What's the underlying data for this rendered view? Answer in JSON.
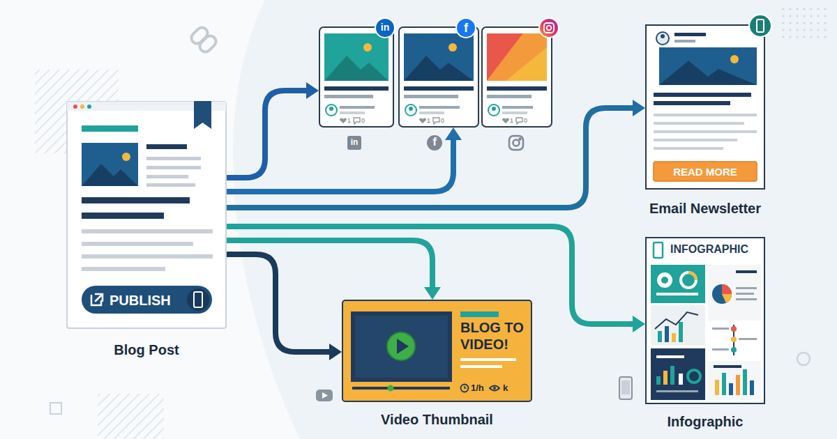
{
  "diagram": {
    "nodes": [
      {
        "text": [
          "Blog Post"
        ]
      },
      {
        "text": [
          "PUBLISH"
        ],
        "in": 0
      },
      {
        "text": [
          "in",
          "1",
          "0"
        ]
      },
      {
        "text": [
          "f",
          "1",
          "0"
        ]
      },
      {
        "text": [
          "1",
          "0"
        ]
      },
      {
        "text": [
          "Email Newsletter"
        ]
      },
      {
        "text": [
          "READ MORE"
        ],
        "in": 5
      },
      {
        "text": [
          "BLOG TO VIDEO!",
          "1/h",
          "k",
          "Video Thumbnail"
        ]
      },
      {
        "text": [
          "INFOGRAPHIC",
          "Infographic"
        ]
      }
    ],
    "edges": [
      {
        "from": 0,
        "to": 2,
        "arrow": "to"
      },
      {
        "from": 0,
        "to": 3,
        "arrow": "to"
      },
      {
        "from": 0,
        "to": 5,
        "arrow": "to"
      },
      {
        "from": 0,
        "to": 8,
        "arrow": "to"
      },
      {
        "from": 0,
        "to": 7,
        "arrow": "to"
      },
      {
        "from": 0,
        "to": 7,
        "arrow": "to"
      }
    ],
    "labels": [
      "in",
      "f"
    ]
  }
}
